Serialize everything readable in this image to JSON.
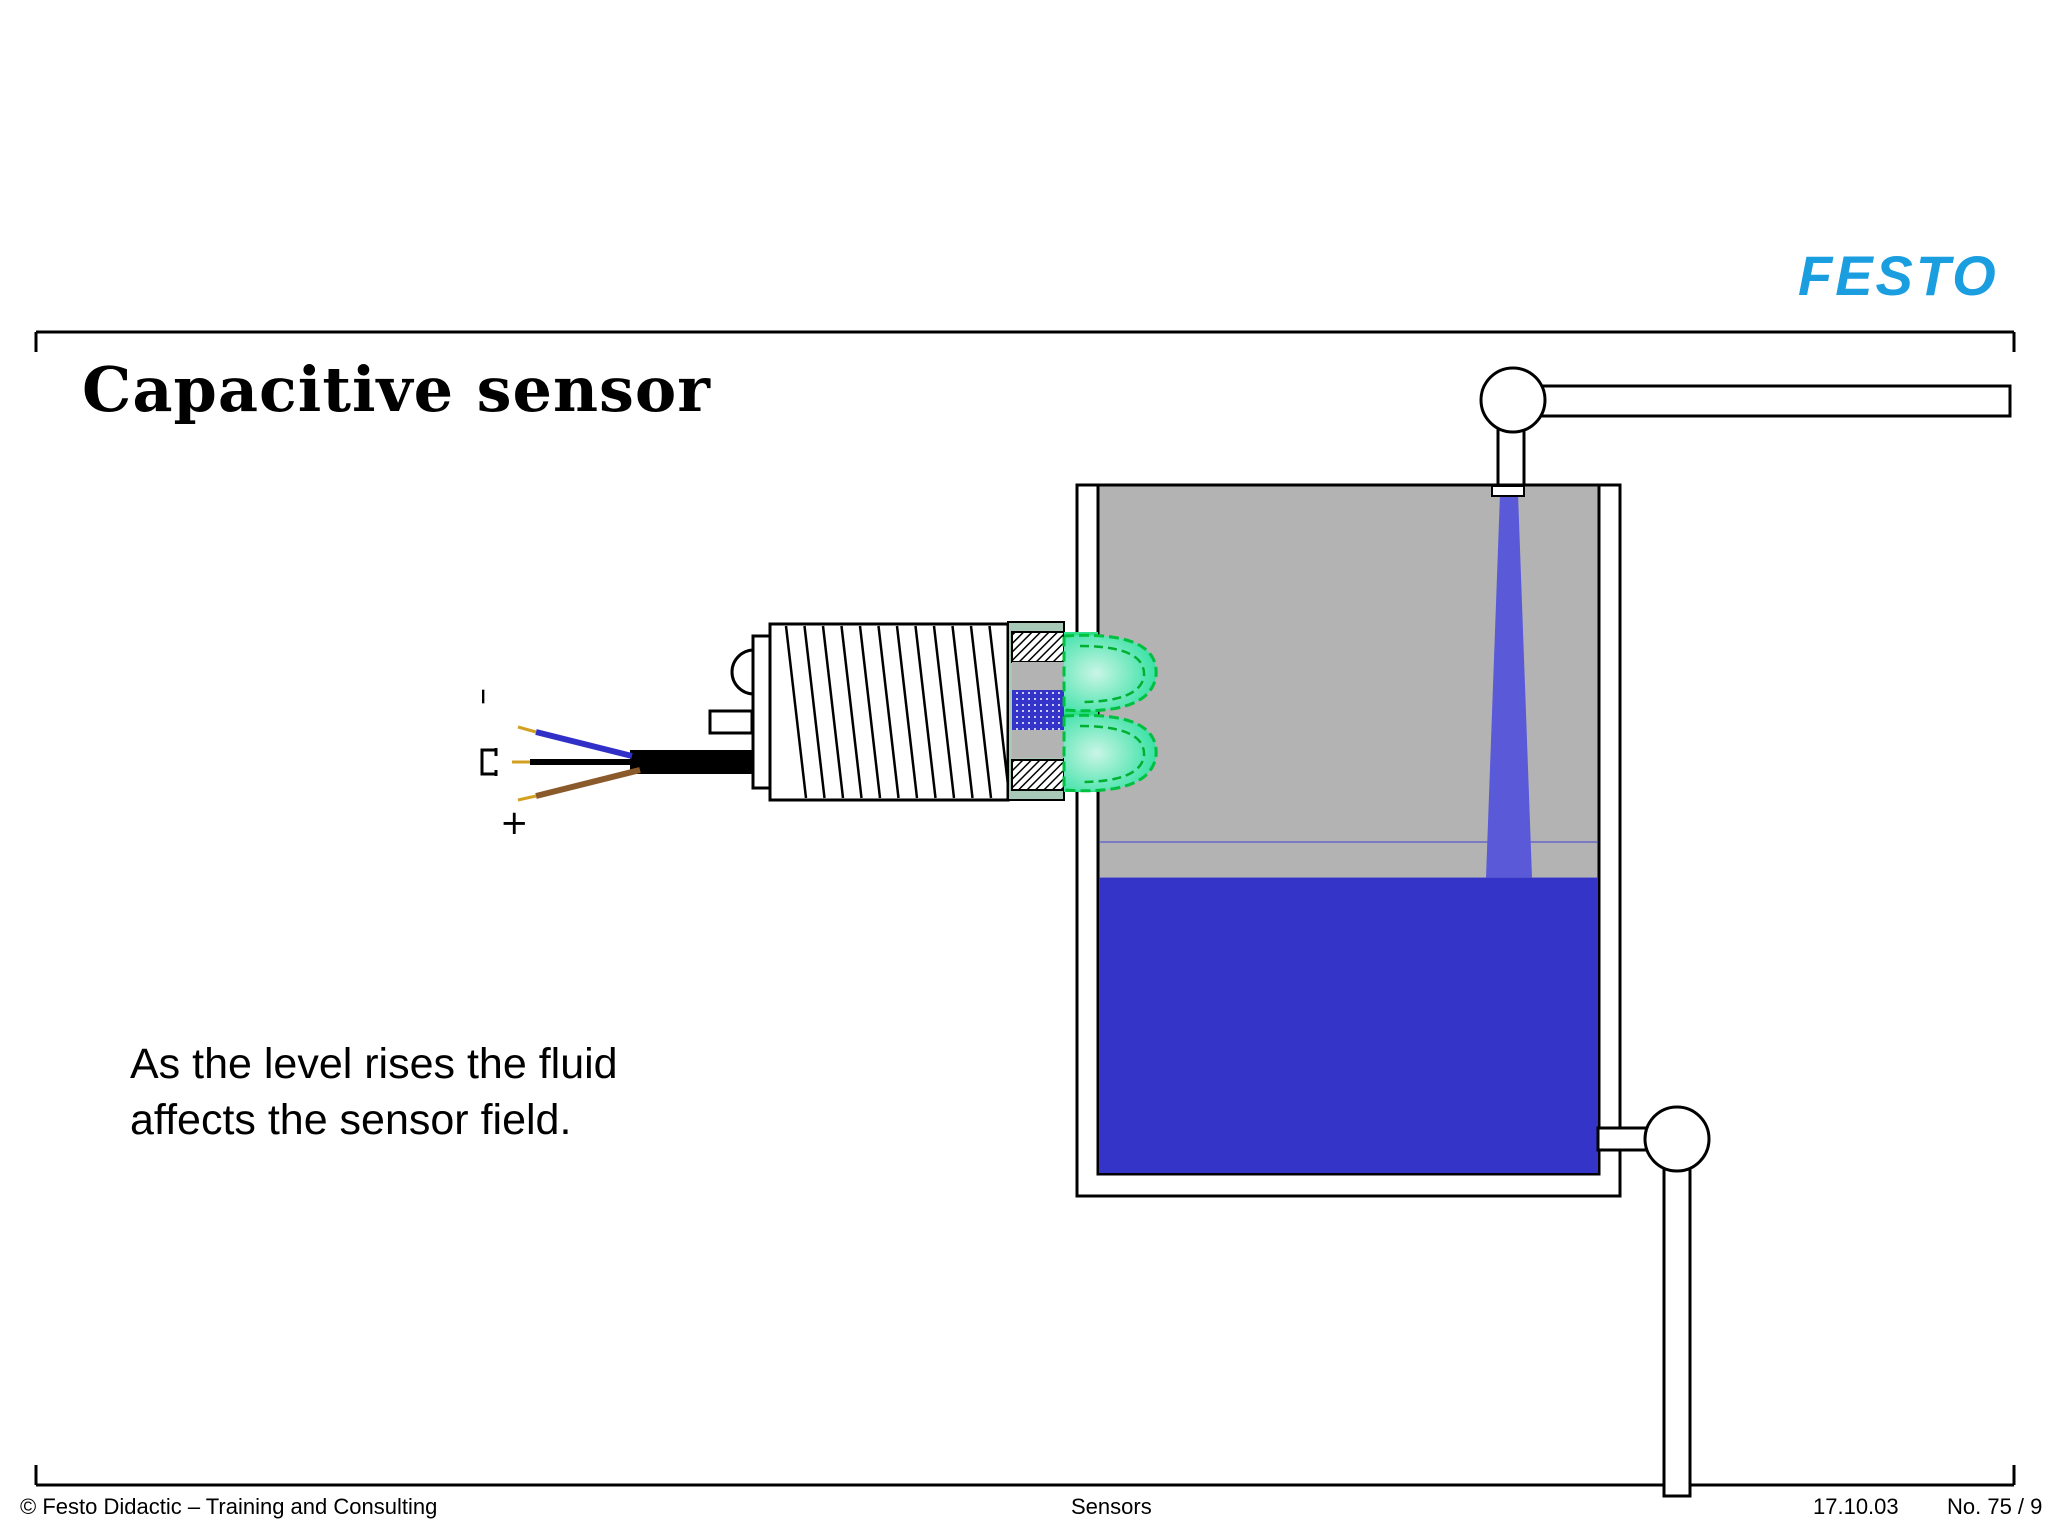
{
  "logo": "FESTO",
  "title": "Capacitive sensor",
  "caption": {
    "line1": "As the level rises the fluid",
    "line2": "affects the sensor field."
  },
  "wire_labels": {
    "negative": "–",
    "positive": "+",
    "signal_icon": "pulse-signal-icon"
  },
  "footer": {
    "left": "© Festo Didactic – Training and Consulting",
    "center": "Sensors",
    "date": "17.10.03",
    "page": "No. 75 / 9"
  },
  "fill": {
    "level_fraction": 0.43
  },
  "colors": {
    "brand": "#1a9ee0",
    "fluid": "#3434c8",
    "stream": "#5a5ad8",
    "empty_tank": "#b3b3b3",
    "sensor_field": "#2ee08a",
    "wire_blue": "#3030c8",
    "wire_black": "#000000",
    "wire_brown": "#8b5a2b"
  }
}
